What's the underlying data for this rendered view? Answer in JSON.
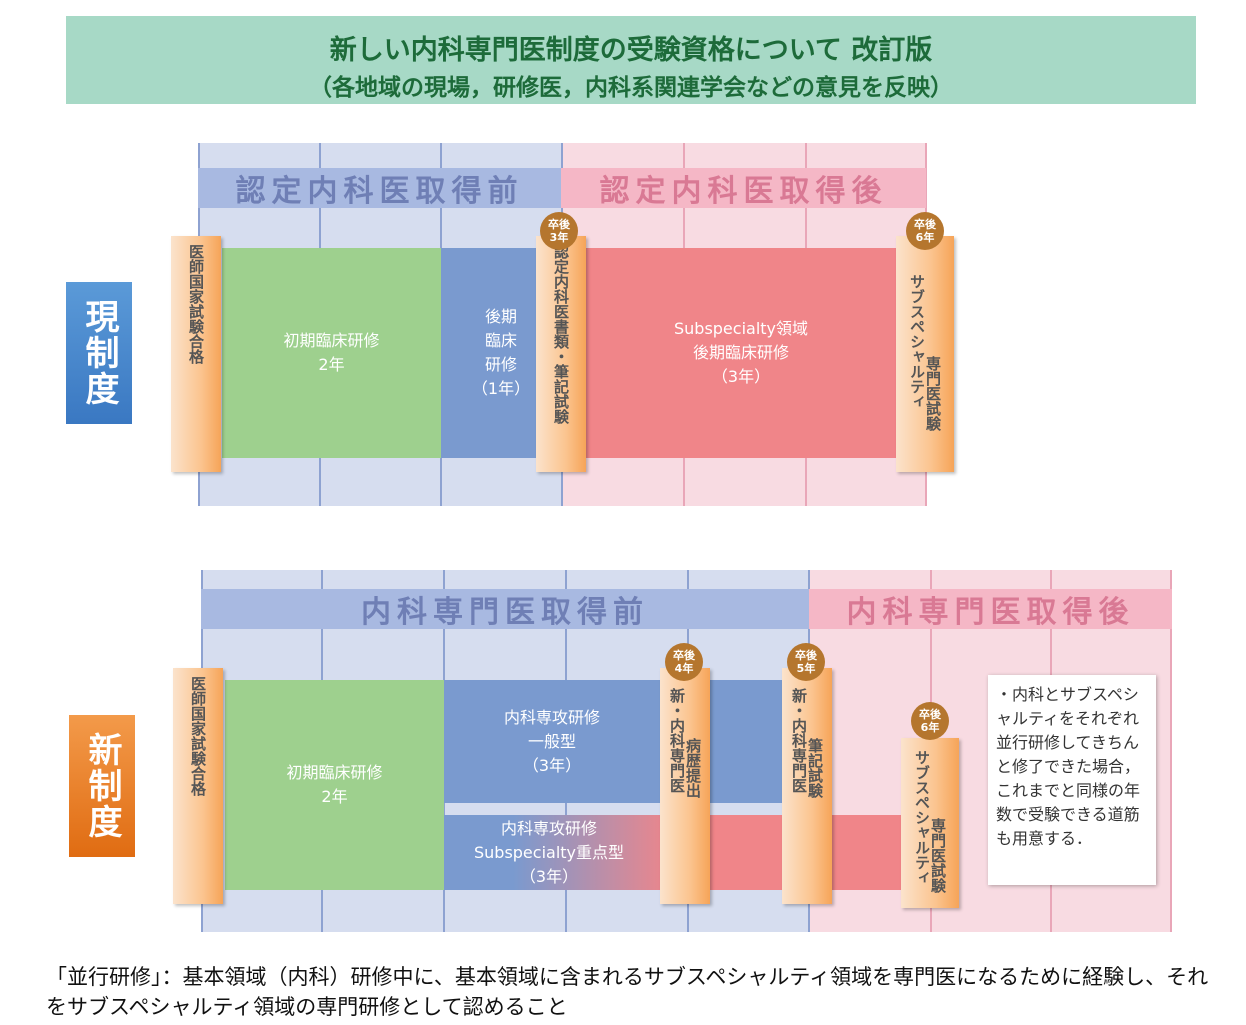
{
  "title": {
    "line1": "新しい内科専門医制度の受験資格について 改訂版",
    "line2": "（各地域の現場，研修医，内科系関連学会などの意見を反映）"
  },
  "current_system": {
    "label": "現制度",
    "banner_before": "認定内科医取得前",
    "banner_after": "認定内科医取得後",
    "exam_start": "医師国家試験合格",
    "box_initial": "初期臨床研修\n2年",
    "box_late": "後期\n臨床\n研修\n（1年）",
    "exam_certified": "認定内科医書類・筆記試験",
    "badge_3": "卒後\n3年",
    "box_subspecialty": "Subspecialty領域\n後期臨床研修\n（3年）",
    "badge_6": "卒後\n6年",
    "exam_subspecialty_a": "サブスペシャルティ",
    "exam_subspecialty_b": "専門医試験"
  },
  "new_system": {
    "label": "新制度",
    "banner_before": "内科専門医取得前",
    "banner_after": "内科専門医取得後",
    "exam_start": "医師国家試験合格",
    "box_initial": "初期臨床研修\n2年",
    "box_general": "内科専攻研修\n一般型\n（3年）",
    "box_focus": "内科専攻研修\nSubspecialty重点型\n（3年）",
    "badge_4": "卒後\n4年",
    "exam_history_a": "新・内科専門医",
    "exam_history_b": "病歴提出",
    "badge_5": "卒後\n5年",
    "exam_written_a": "新・内科専門医",
    "exam_written_b": "筆記試験",
    "badge_6": "卒後\n6年",
    "exam_subspecialty_a": "サブスペシャルティ",
    "exam_subspecialty_b": "専門医試験",
    "callout": "・内科とサブスペシャルティをそれぞれ並行研修してきちんと修了できた場合，これまでと同様の年数で受験できる道筋も用意する．"
  },
  "bottom_note": "「並行研修」：基本領域（内科）研修中に、基本領域に含まれるサブスペシャルティ領域を専門医になるために経験し、それをサブスペシャルティ領域の専門研修として認めること"
}
